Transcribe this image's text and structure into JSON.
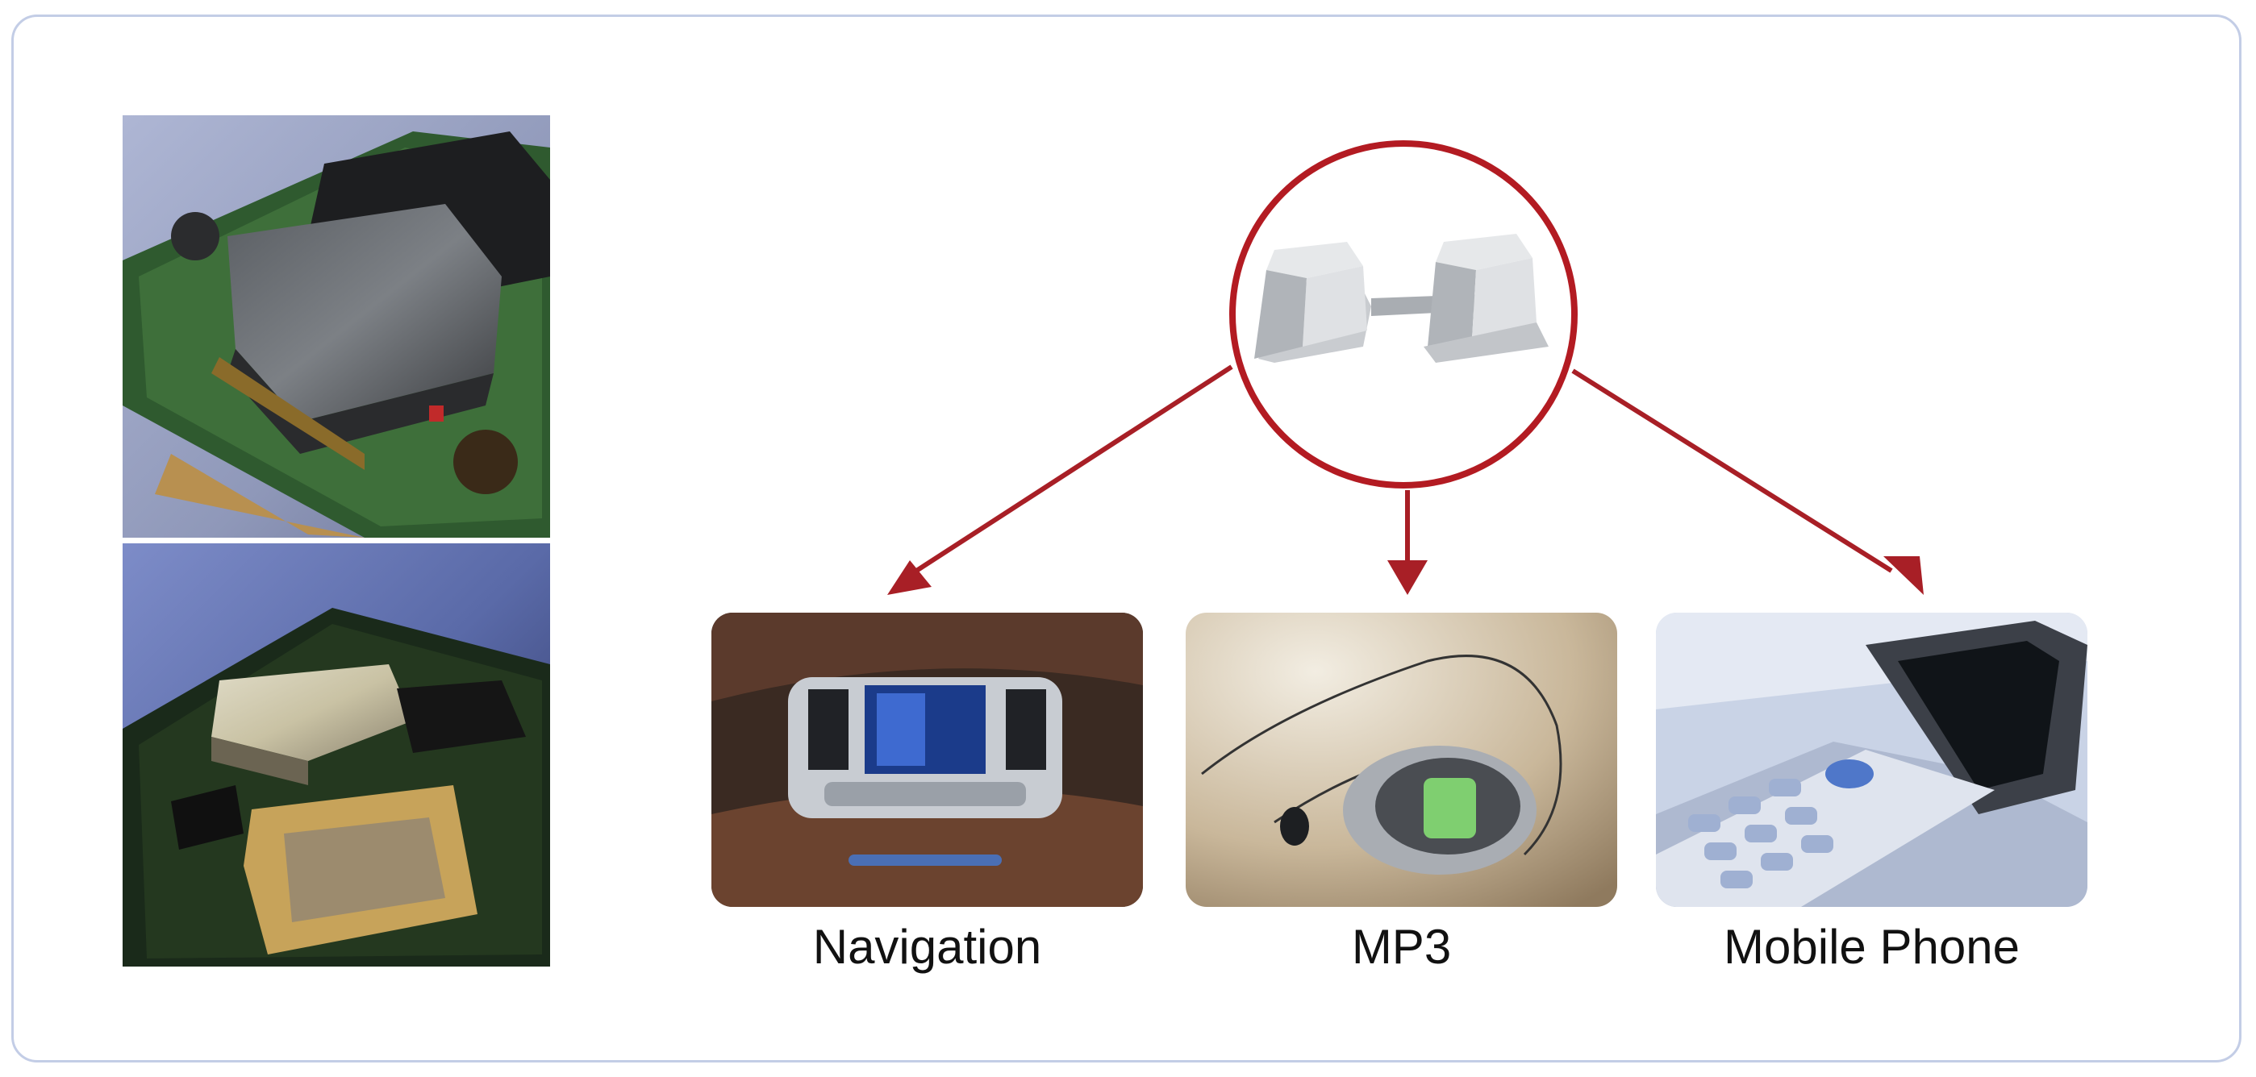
{
  "products": [
    {
      "label": "Navigation",
      "icon": "car-navigation-dashboard"
    },
    {
      "label": "MP3",
      "icon": "mp3-player-earphones"
    },
    {
      "label": "Mobile Phone",
      "icon": "flip-mobile-phone"
    }
  ],
  "component": {
    "icon": "shield-clip-connector"
  },
  "photos": [
    {
      "icon": "pcb-shield-can-closeup"
    },
    {
      "icon": "pcb-shield-can-board"
    }
  ],
  "colors": {
    "highlight_circle": "#b31b22",
    "arrow": "#a81f26",
    "frame_border": "#c3cde6"
  }
}
